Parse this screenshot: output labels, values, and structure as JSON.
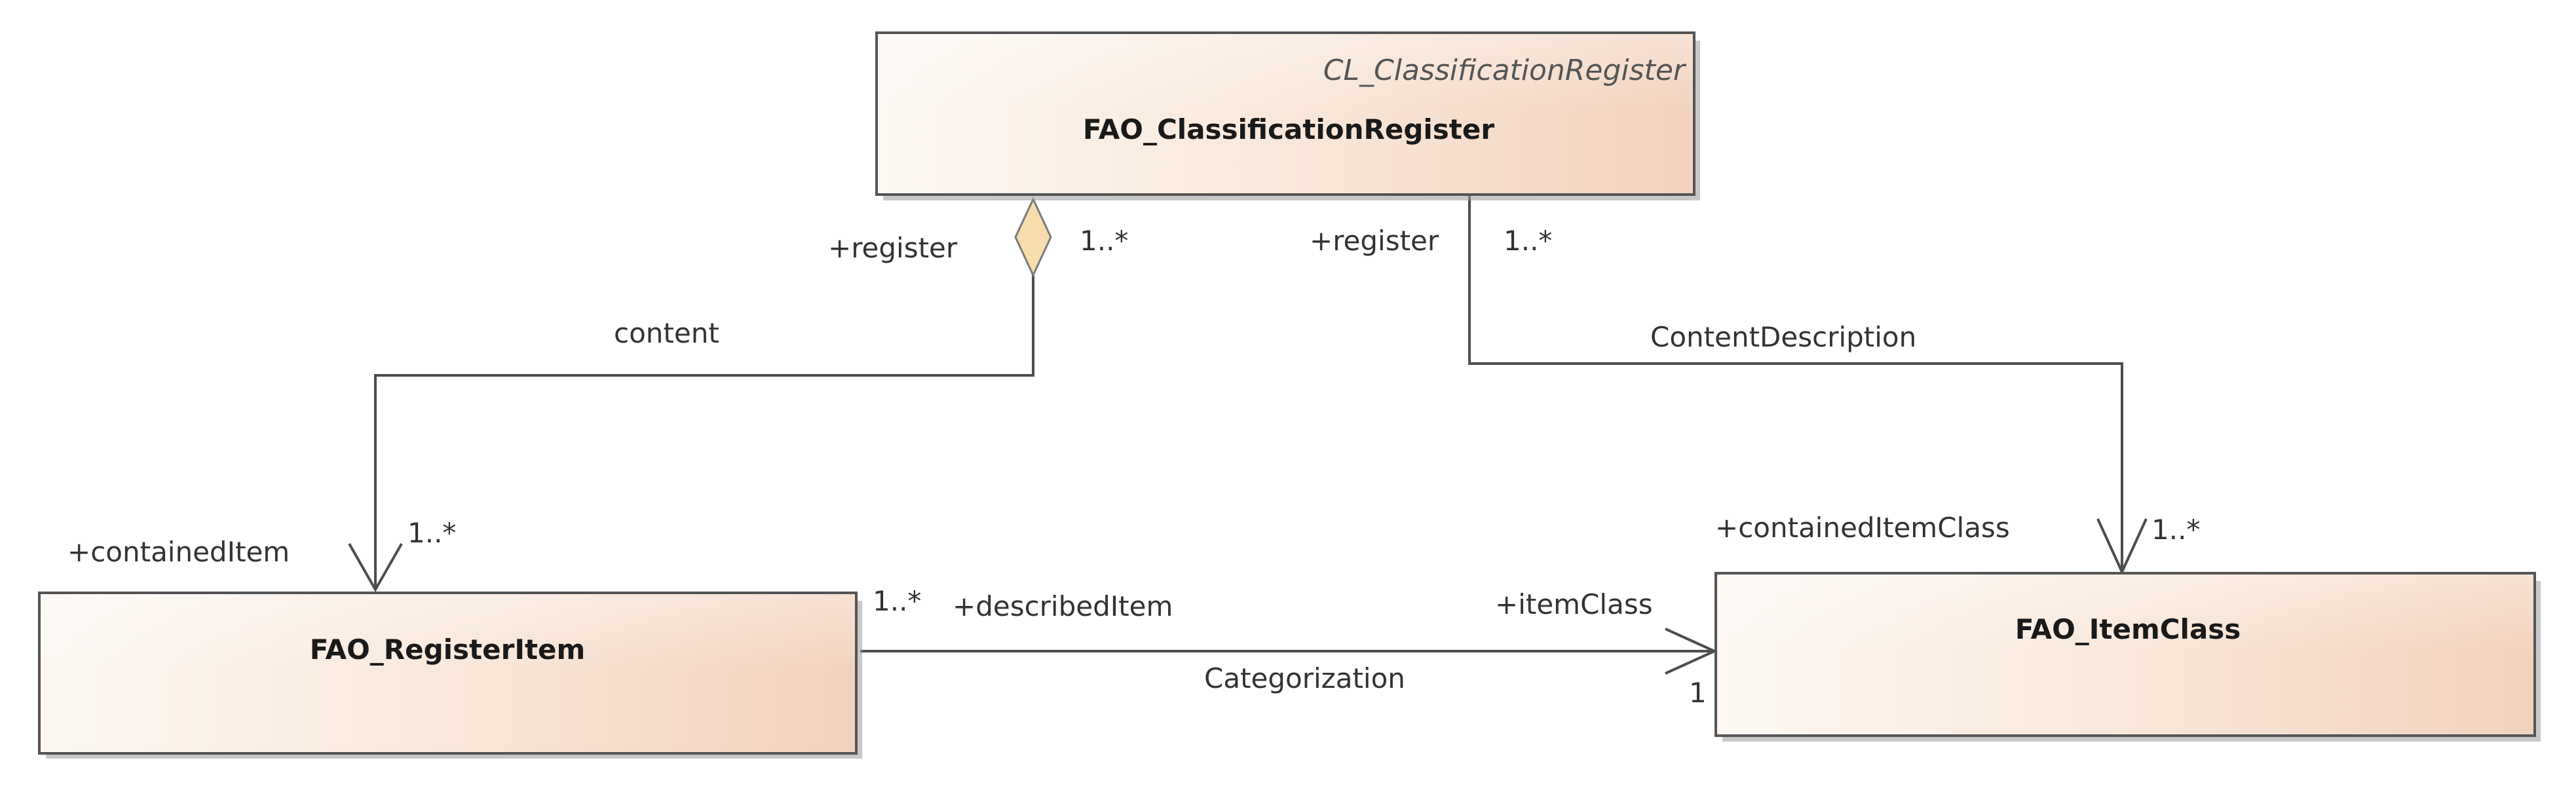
{
  "classes": {
    "register": {
      "stereotype": "CL_ClassificationRegister",
      "name": "FAO_ClassificationRegister"
    },
    "register_item": {
      "name": "FAO_RegisterItem"
    },
    "item_class": {
      "name": "FAO_ItemClass"
    }
  },
  "associations": {
    "content": {
      "name": "content",
      "source_role": "+register",
      "source_multiplicity": "1..*",
      "target_role": "+containedItem",
      "target_multiplicity": "1..*"
    },
    "content_description": {
      "name": "ContentDescription",
      "source_role": "+register",
      "source_multiplicity": "1..*",
      "target_role": "+containedItemClass",
      "target_multiplicity": "1..*"
    },
    "categorization": {
      "name": "Categorization",
      "source_role": "+describedItem",
      "source_multiplicity": "1..*",
      "target_role": "+itemClass",
      "target_multiplicity": "1"
    }
  },
  "colors": {
    "class_fill_light": "#fdf8f3",
    "class_fill_dark": "#f2d2bd",
    "aggregation_diamond": "#f9dcae",
    "line": "#4d4d4d"
  }
}
